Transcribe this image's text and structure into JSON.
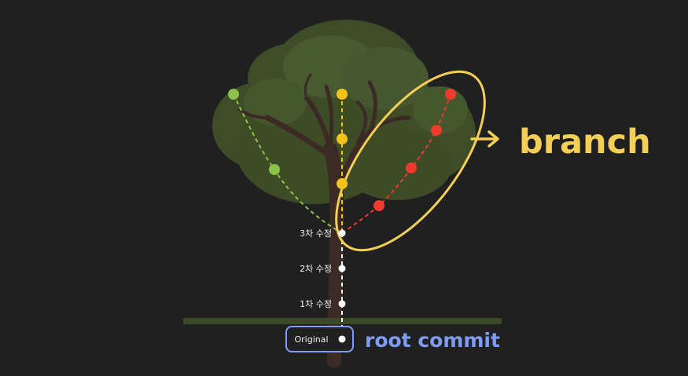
{
  "diagram": {
    "branch_label": "branch",
    "root_label": "root commit",
    "commit_labels": {
      "third": "3차 수정",
      "second": "2차 수정",
      "first": "1차 수정",
      "original": "Original"
    }
  },
  "colors": {
    "background": "#202020",
    "foliage_dark": "#3a4a26",
    "foliage_light": "#4a5a30",
    "trunk": "#3a2a24",
    "ground": "#3b4a26",
    "green_branch": "#8bc34a",
    "yellow_branch": "#f5c21b",
    "red_branch": "#ef3b2d",
    "white_commit": "#ffffff",
    "highlight": "#f4cf55",
    "root_highlight": "#7f9cf5"
  }
}
